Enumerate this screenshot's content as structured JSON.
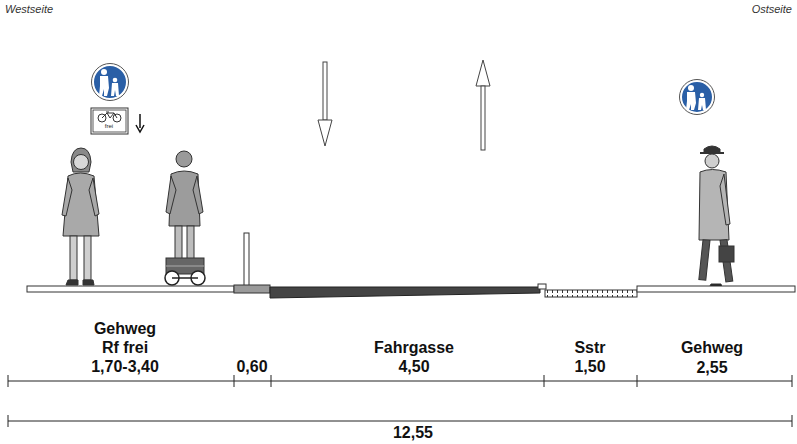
{
  "diagram": {
    "labels": [
      "Westseite",
      "Ostseite",
      "frei",
      "Gehweg",
      "Rf frei",
      "1,70-3,40",
      "0,60",
      "Fahrgasse",
      "4,50",
      "Sstr",
      "1,50",
      "Gehweg",
      "2,55",
      "12,55"
    ]
  }
}
